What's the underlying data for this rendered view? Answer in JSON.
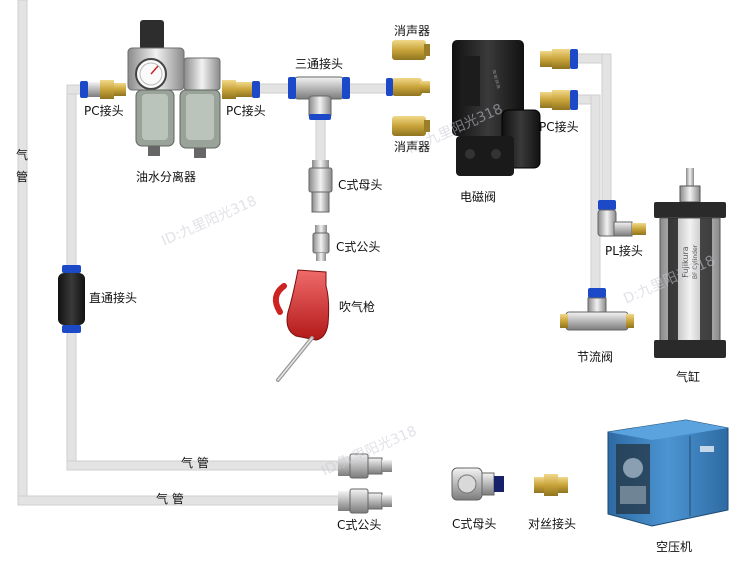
{
  "labels": {
    "pc_joint_left": "PC接头",
    "pc_joint_mid": "PC接头",
    "pc_joint_right": "PC接头",
    "filter": "油水分离器",
    "tee": "三通接头",
    "muffler_top": "消声器",
    "muffler_bottom": "消声器",
    "solenoid": "电磁阀",
    "c_female_top": "C式母头",
    "c_male_top": "C式公头",
    "blow_gun": "吹气枪",
    "pl_joint": "PL接头",
    "cylinder": "气缸",
    "throttle": "节流阀",
    "straight_joint": "直通接头",
    "air_pipe_left_1": "气",
    "air_pipe_left_2": "管",
    "air_pipe_bottom_1": "气 管",
    "air_pipe_bottom_2": "气 管",
    "c_male_bottom": "C式公头",
    "c_female_bottom": "C式母头",
    "thread_joint": "对丝接头",
    "compressor": "空压机"
  },
  "watermarks": [
    "ID:九里阳光318",
    "ID:九里阳光318",
    "ID:九里阳光318",
    "D:九里阳光318"
  ],
  "device_marks": {
    "cylinder_brand": "Fujikura",
    "cylinder_model": "BF Cylinder"
  },
  "colors": {
    "pipe": "#e3e3e3",
    "pipe_edge": "#c8c8c8",
    "ring": "#1b49c8",
    "brass": "#c9a43a",
    "compressor": "#3a7fb8"
  }
}
